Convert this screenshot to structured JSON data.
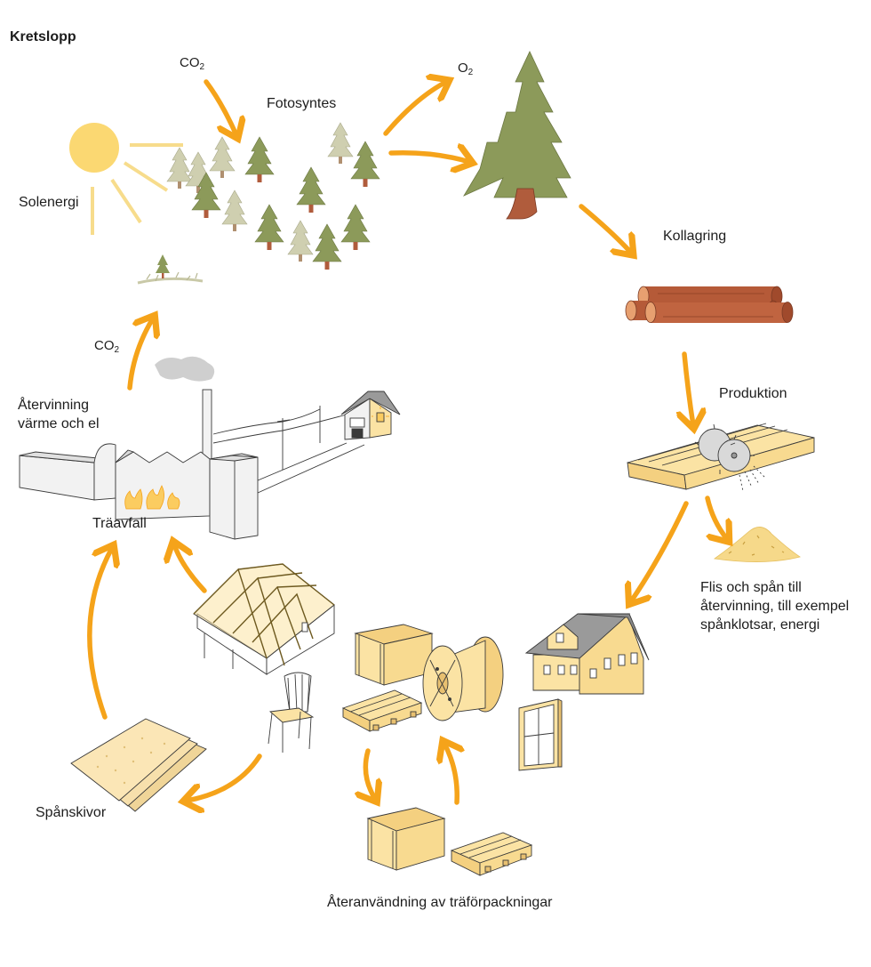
{
  "title": "Kretslopp",
  "labels": {
    "co2_top": {
      "base": "CO",
      "sub": "2"
    },
    "o2": {
      "base": "O",
      "sub": "2"
    },
    "co2_left": {
      "base": "CO",
      "sub": "2"
    },
    "fotosyntes": "Fotosyntes",
    "solenergi": "Solenergi",
    "kollagring": "Kollagring",
    "produktion": "Produktion",
    "flis_line1": "Flis och spån till",
    "flis_line2": "återvinning, till exempel",
    "flis_line3": "spånklotsar, energi",
    "atervinning_line1": "Återvinning",
    "atervinning_line2": "värme och el",
    "traavfall": "Träavfall",
    "spanskivor": "Spånskivor",
    "ateranvandning": "Återanvändning av träförpackningar"
  },
  "colors": {
    "arrow": "#f5a31a",
    "sun": "#fbd872",
    "sun_ray": "#f7dc8c",
    "tree_dark": "#8c9a5a",
    "tree_light": "#cfcfb0",
    "trunk": "#b05c3c",
    "log": "#b55a38",
    "wood": "#fbe3a4",
    "wood_line": "#3a3a3a"
  },
  "icons": [
    "sun-icon",
    "forest-icon",
    "large-tree-icon",
    "logs-icon",
    "sawmill-icon",
    "sawdust-pile-icon",
    "house-icon",
    "window-frame-icon",
    "crate-icon",
    "cable-reel-icon",
    "pallet-icon",
    "chair-icon",
    "roof-truss-icon",
    "particle-board-icon",
    "power-plant-icon",
    "power-line-icon",
    "small-house-icon",
    "sapling-icon"
  ]
}
